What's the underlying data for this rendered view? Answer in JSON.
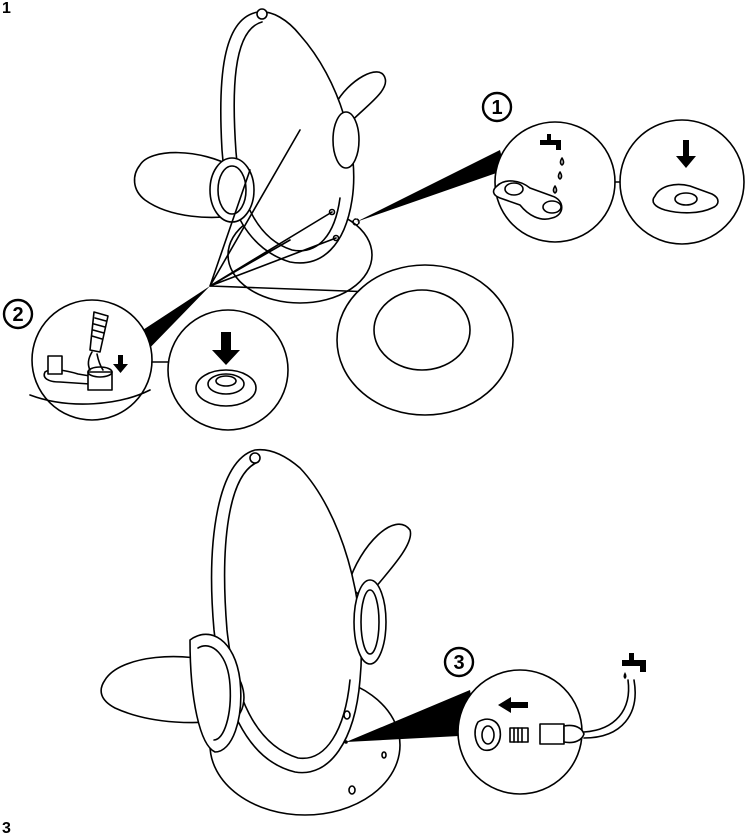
{
  "figures": [
    {
      "label": "1"
    },
    {
      "label": "3"
    }
  ],
  "callouts": [
    {
      "number": "1",
      "icons": [
        "water-tap-icon",
        "water-drops-icon",
        "down-arrow-icon"
      ]
    },
    {
      "number": "2",
      "icons": [
        "hose-icon",
        "down-arrow-icon"
      ]
    },
    {
      "number": "3",
      "icons": [
        "left-arrow-icon",
        "water-tap-icon",
        "hose-connector-icon"
      ]
    }
  ],
  "colors": {
    "ink": "#000000",
    "paper": "#ffffff"
  }
}
